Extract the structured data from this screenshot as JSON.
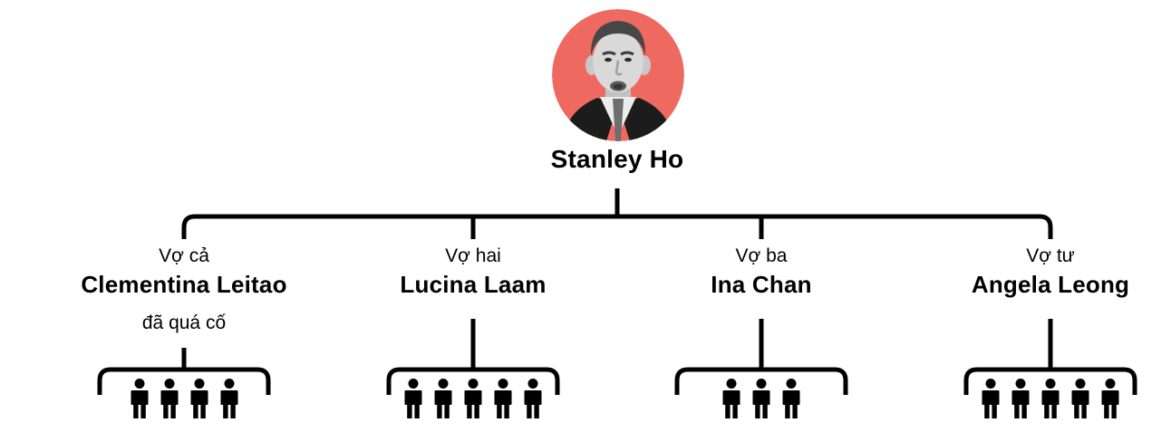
{
  "figure": {
    "root": {
      "name": "Stanley Ho",
      "portrait_icon": "stanley-ho-portrait",
      "portrait_bg": "#EE6A60"
    },
    "wives": [
      {
        "label": "Vợ cả",
        "name": "Clementina Leitao",
        "note": "đã quá cố",
        "children_count": 4
      },
      {
        "label": "Vợ hai",
        "name": "Lucina Laam",
        "note": "",
        "children_count": 5
      },
      {
        "label": "Vợ ba",
        "name": "Ina Chan",
        "note": "",
        "children_count": 3
      },
      {
        "label": "Vợ tư",
        "name": "Angela Leong",
        "note": "",
        "children_count": 5
      }
    ],
    "child_icon": "person-icon",
    "colors": {
      "line": "#000000",
      "text": "#000000"
    }
  }
}
